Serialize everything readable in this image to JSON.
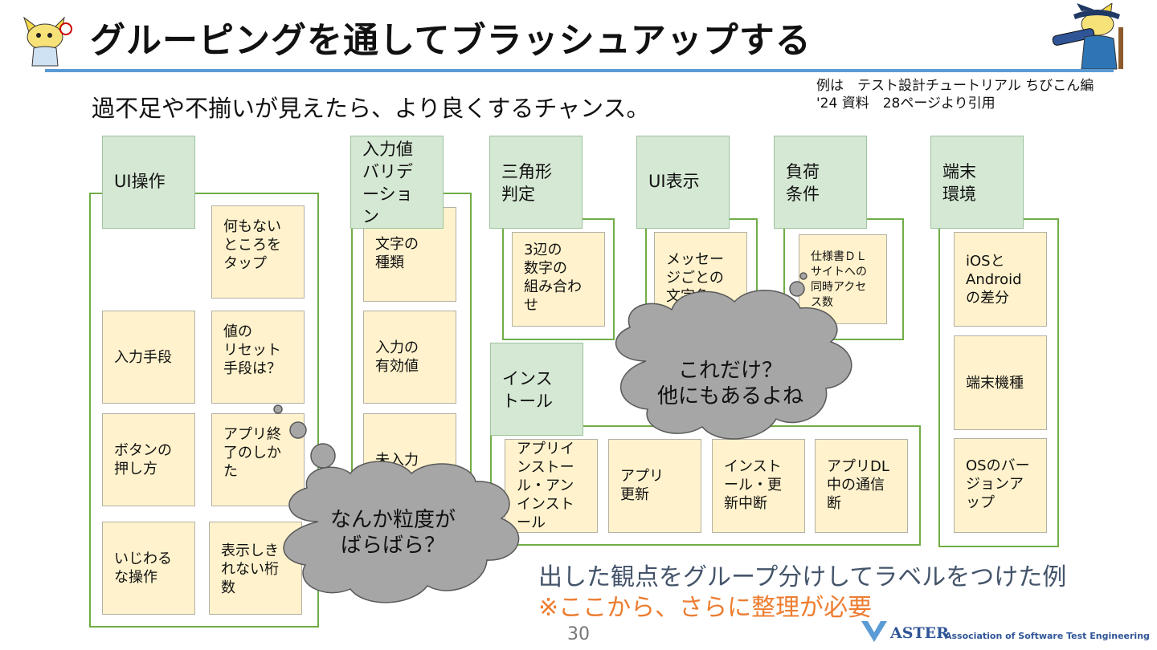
{
  "slide": {
    "title": "グルーピングを通してブラッシュアップする",
    "subtitle": "過不足や不揃いが見えたら、より良くするチャンス。",
    "citation": "例は　テスト設計チュートリアル ちびこん編 '24 資料　28ページより引用",
    "note_main": "出した観点をグループ分けしてラベルをつけた例",
    "note_sub": "※ここから、さらに整理が必要",
    "page_number": "30",
    "logo_mark": "ASTER",
    "logo_text": "Association of Software Test Engineering"
  },
  "groups": {
    "ui_operation": {
      "label": "UI操作",
      "cards": [
        "何もない\nところを\nタップ",
        "入力手段",
        "値の\nリセット\n手段は？",
        "ボタンの\n押し方",
        "アプリ終\n了のしか\nた",
        "いじわる\nな操作",
        "表示しき\nれない桁\n数"
      ]
    },
    "input_validation": {
      "label": "入力値\nバリデ\nーショ\nン",
      "cards": [
        "文字の\n種類",
        "入力の\n有効値",
        "未入力"
      ]
    },
    "triangle": {
      "label": "三角形\n判定",
      "cards": [
        "3辺の\n数字の\n組み合わ\nせ"
      ]
    },
    "ui_display": {
      "label": "UI表示",
      "cards": [
        "メッセー\nジごとの\n文字色"
      ]
    },
    "load": {
      "label": "負荷\n条件",
      "cards": [
        "仕様書ＤＬ\nサイトへの\n同時アクセ\nス数"
      ]
    },
    "device": {
      "label": "端末\n環境",
      "cards": [
        "iOSと\nAndroid\nの差分",
        "端末機種",
        "OSのバー\nジョンア\nップ"
      ]
    },
    "install": {
      "label": "インス\nトール",
      "cards": [
        "アプリイ\nンストー\nル・アン\nインスト\nール",
        "アプリ\n更新",
        "インスト\nール・更\n新中断",
        "アプリDL\n中の通信\n断"
      ]
    }
  },
  "clouds": {
    "left": "なんか粒度が\nばらばら？",
    "right": "これだけ？\n他にもあるよね"
  },
  "colors": {
    "accent_rule": "#5b9bd5",
    "group_border": "#70ad47",
    "label_fill": "#d5e8d4",
    "card_fill": "#fff2cc",
    "cloud_fill": "#a6a6a6",
    "note_main": "#44546a",
    "note_sub": "#ed7d31"
  },
  "icons": [
    "mascot-cat-icon",
    "mascot-telescope-icon",
    "aster-logo-icon"
  ]
}
